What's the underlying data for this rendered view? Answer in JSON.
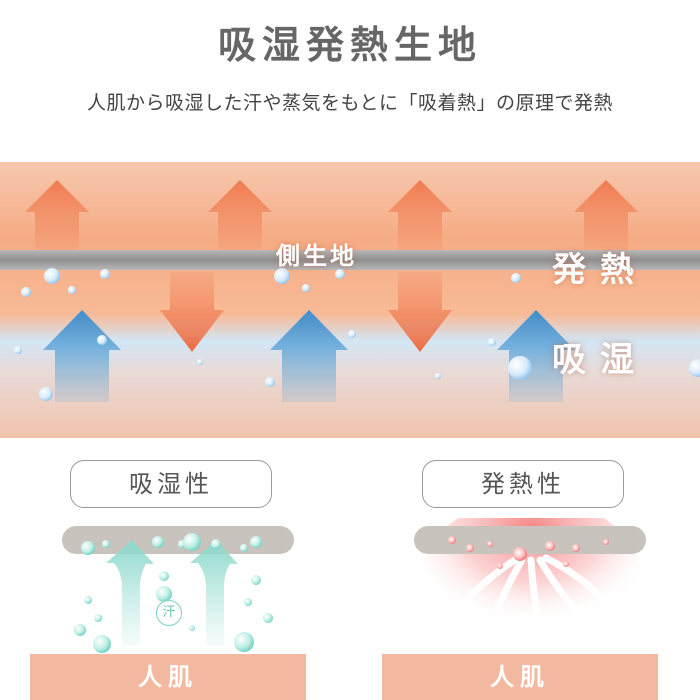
{
  "title": "吸湿発熱生地",
  "subtitle": "人肌から吸湿した汗や蒸気をもとに「吸着熱」の原理で発熱",
  "hero": {
    "fabric_label": "側生地",
    "heat_label": "発熱",
    "absorb_label": "吸湿"
  },
  "panels": {
    "absorb": {
      "title": "吸湿性",
      "sweat_icon_label": "汗",
      "skin_label": "人肌"
    },
    "heat": {
      "title": "発熱性",
      "skin_label": "人肌"
    }
  },
  "colors": {
    "heat_arrow": "#f07a4e",
    "moisture_arrow": "#4a9fd8",
    "fabric_band": "#8f8f8f",
    "skin": "#f2b9a0",
    "mint_arrow": "#a6e4da",
    "red_glow": "#f36b6b"
  }
}
